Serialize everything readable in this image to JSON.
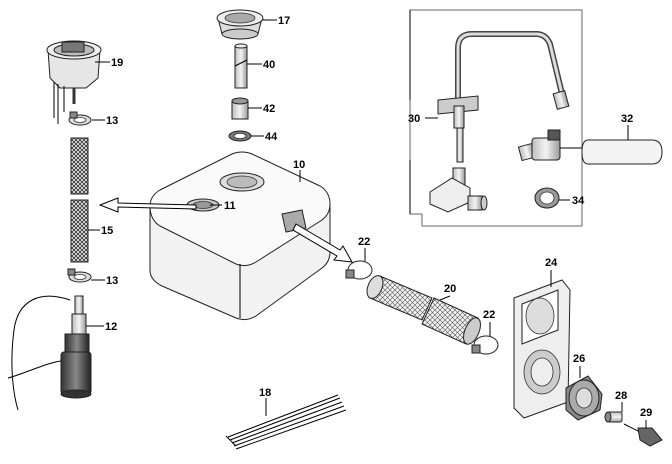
{
  "diagram": {
    "labels": {
      "p10": "10",
      "p11": "11",
      "p12": "12",
      "p13a": "13",
      "p13b": "13",
      "p15": "15",
      "p17": "17",
      "p18": "18",
      "p19": "19",
      "p20": "20",
      "p22a": "22",
      "p22b": "22",
      "p24": "24",
      "p26": "26",
      "p28": "28",
      "p29": "29",
      "p30": "30",
      "p32": "32",
      "p34": "34",
      "p40": "40",
      "p42": "42",
      "p44": "44"
    }
  }
}
